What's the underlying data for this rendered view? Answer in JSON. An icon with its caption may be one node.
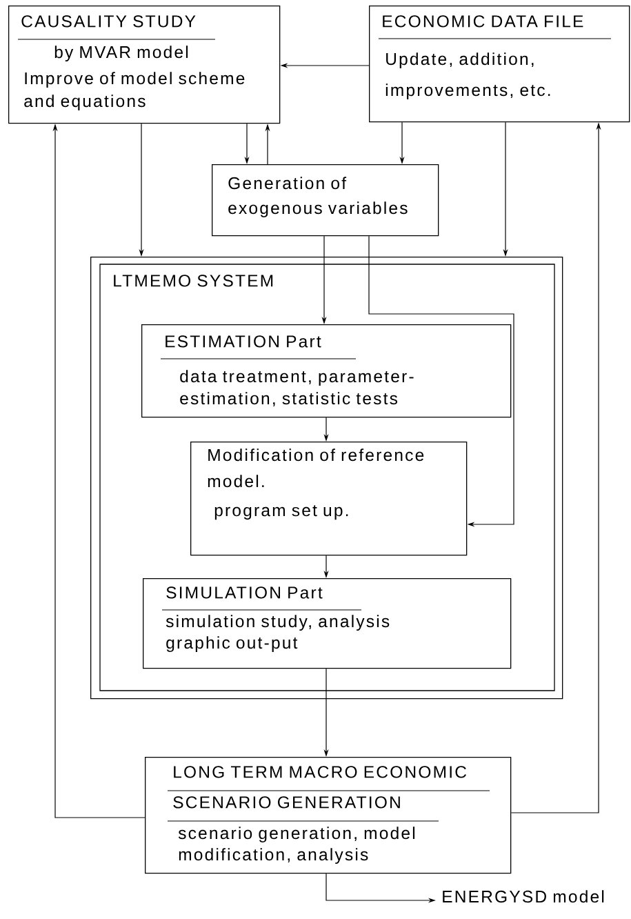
{
  "diagram": {
    "nodes": [
      {
        "text": [
          "CAUSALITY STUDY",
          "by MVAR model",
          "Improve of model scheme and equations"
        ]
      },
      {
        "text": [
          "ECONOMIC DATA FILE",
          "Update, addition, improvements, etc."
        ]
      },
      {
        "text": [
          "Generation of exogenous variables"
        ]
      },
      {
        "text": [
          "LTMEMO SYSTEM"
        ]
      },
      {
        "text": [
          "ESTIMATION Part",
          "data treatment, parameter-estimation, statistic tests"
        ],
        "in": 3
      },
      {
        "text": [
          "Modification of reference model.",
          "program set up."
        ],
        "in": 3
      },
      {
        "text": [
          "SIMULATION Part",
          "simulation study, analysis graphic out-put"
        ],
        "in": 3
      },
      {
        "text": [
          "LONG TERM MACRO ECONOMIC SCENARIO GENERATION",
          "scenario generation, model modification, analysis"
        ]
      },
      {
        "text": [
          "ENERGYSD model"
        ]
      }
    ],
    "edges": [
      {
        "from": 1,
        "to": 0,
        "arrow": "to"
      },
      {
        "from": 0,
        "to": 3,
        "arrow": "to"
      },
      {
        "from": 0,
        "to": 2,
        "arrow": "to"
      },
      {
        "from": 2,
        "to": 0,
        "arrow": "to"
      },
      {
        "from": 1,
        "to": 2,
        "arrow": "to"
      },
      {
        "from": 1,
        "to": 3,
        "arrow": "to"
      },
      {
        "from": 2,
        "to": 4,
        "arrow": "to"
      },
      {
        "from": 2,
        "to": 5,
        "arrow": "to"
      },
      {
        "from": 4,
        "to": 5,
        "arrow": "to"
      },
      {
        "from": 5,
        "to": 6,
        "arrow": "to"
      },
      {
        "from": 6,
        "to": 7,
        "arrow": "to"
      },
      {
        "from": 7,
        "to": 0,
        "arrow": "to"
      },
      {
        "from": 7,
        "to": 1,
        "arrow": "to"
      },
      {
        "from": 7,
        "to": 8,
        "arrow": "to"
      }
    ]
  }
}
